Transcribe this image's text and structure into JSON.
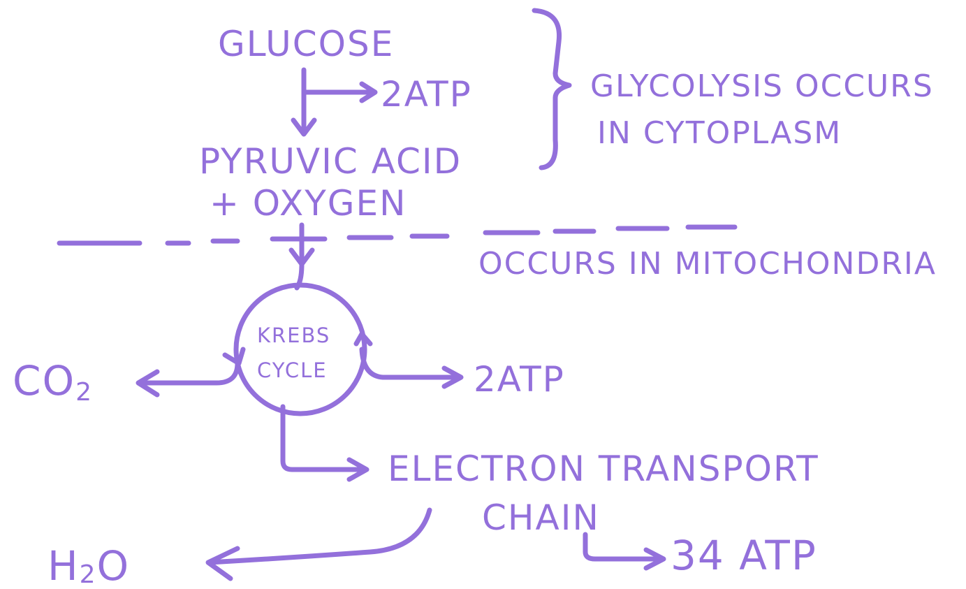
{
  "ink_color": "#9370DB",
  "nodes": {
    "glucose": "GLUCOSE",
    "glycolysis_atp": "2ATP",
    "pyruvic_line1": "PYRUVIC ACID",
    "pyruvic_line2": "+ OXYGEN",
    "glycolysis_note_line1": "GLYCOLYSIS OCCURS",
    "glycolysis_note_line2": "IN CYTOPLASM",
    "mitochondria_note": "OCCURS IN MITOCHONDRIA",
    "krebs_line1": "KREBS",
    "krebs_line2": "CYCLE",
    "co2_main": "CO",
    "co2_sub": "2",
    "krebs_atp": "2ATP",
    "etc_line1": "ELECTRON TRANSPORT",
    "etc_line2": "CHAIN",
    "water_h": "H",
    "water_sub": "2",
    "water_o": "O",
    "etc_atp": "34 ATP"
  }
}
